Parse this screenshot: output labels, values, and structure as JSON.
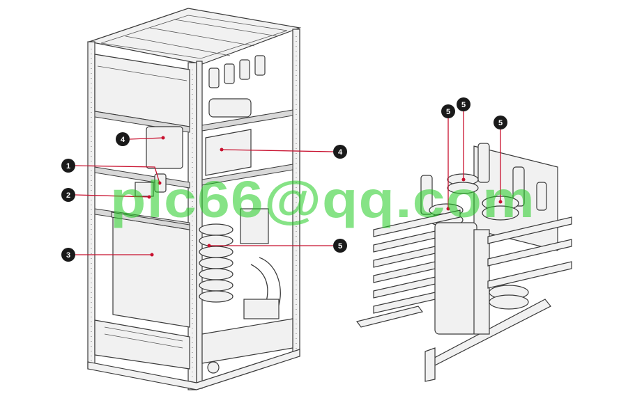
{
  "diagram": {
    "watermark": "plc66@qq.com",
    "callouts": [
      {
        "id": "c1",
        "number": "1"
      },
      {
        "id": "c2",
        "number": "2"
      },
      {
        "id": "c3",
        "number": "3"
      },
      {
        "id": "c4a",
        "number": "4"
      },
      {
        "id": "c4b",
        "number": "4"
      },
      {
        "id": "c5a",
        "number": "5"
      },
      {
        "id": "c5b",
        "number": "5"
      },
      {
        "id": "c5c",
        "number": "5"
      },
      {
        "id": "c5d",
        "number": "5"
      }
    ],
    "colors": {
      "leader": "#c8102e",
      "badge": "#1a1a1a",
      "outline": "#3a3a3a",
      "watermark": "#22cc22"
    }
  }
}
